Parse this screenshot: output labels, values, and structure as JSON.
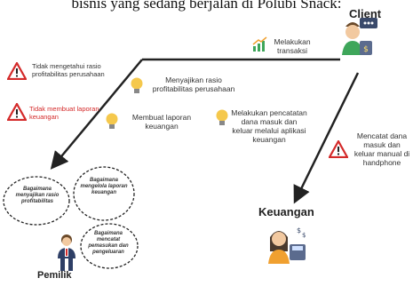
{
  "caption": "bisnis yang sedang berjalan di Polubi Snack:",
  "roles": {
    "client": "Client",
    "keuangan": "Keuangan",
    "pemilik": "Pemilik"
  },
  "notes": {
    "melakukan_transaksi": "Melakukan transaksi",
    "tidak_mengetahui": "Tidak mengetahui rasio profitabilitas perusahaan",
    "tidak_membuat": "Tidak membuat laporan keuangan",
    "menyajikan_rasio": "Menyajikan rasio profitabilitas perusahaan",
    "membuat_laporan": "Membuat laporan keuangan",
    "melakukan_pencatatan": "Melakukan pencatatan dana masuk dan keluar melalui aplikasi keuangan",
    "mencatat_manual": "Mencatat dana masuk dan keluar manual di handphone"
  },
  "bubbles": {
    "b1": "Bagaimana menyajikan rasio profitabilitas",
    "b2": "Bagaimana mengelola laporan keuangan",
    "b3": "Bagaimana mencatat pemasukan dan pengeluaran"
  },
  "colors": {
    "warning": "#d42a2a",
    "bulb": "#f5c84c",
    "arrow": "#222222"
  }
}
